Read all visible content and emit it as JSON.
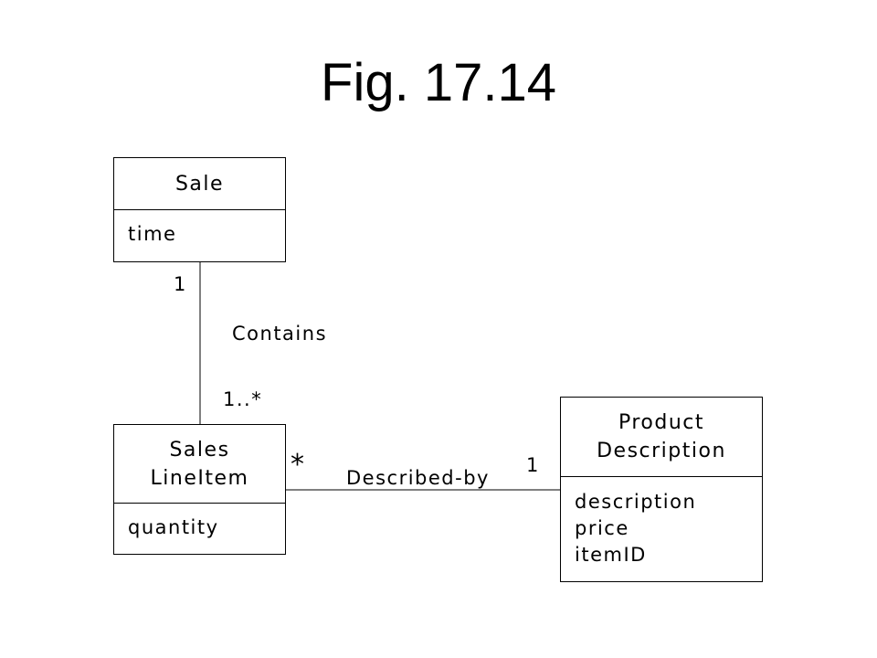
{
  "title": "Fig. 17.14",
  "classes": {
    "sale": {
      "name": [
        "Sale"
      ],
      "attributes": [
        "time"
      ]
    },
    "sales_line_item": {
      "name": [
        "Sales",
        "LineItem"
      ],
      "attributes": [
        "quantity"
      ]
    },
    "product_description": {
      "name": [
        "Product",
        "Description"
      ],
      "attributes": [
        "description",
        "price",
        "itemID"
      ]
    }
  },
  "associations": {
    "contains": {
      "label": "Contains",
      "source_multiplicity": "1",
      "target_multiplicity": "1..*"
    },
    "described_by": {
      "label": "Described-by",
      "source_multiplicity": "*",
      "target_multiplicity": "1"
    }
  }
}
